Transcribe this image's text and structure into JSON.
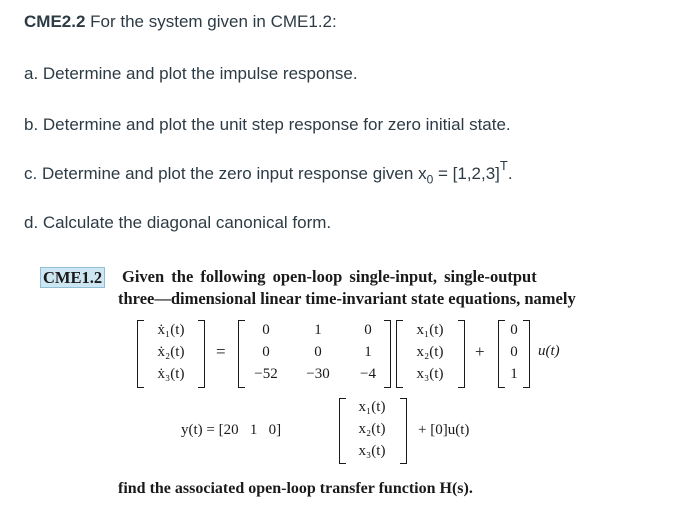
{
  "header": {
    "title_bold": "CME2.2",
    "title_rest": " For the system given in CME1.2:"
  },
  "tasks": [
    "a. Determine and plot the impulse response.",
    "b. Determine and plot the unit step response for zero initial state.",
    "c. Determine and plot the zero input response given x",
    "d. Calculate the diagonal canonical form."
  ],
  "task_c_extra": {
    "subscript": "0",
    "value": " = [1,2,3]",
    "superscript": "T",
    "period": "."
  },
  "cme12": {
    "tag": "CME1.2",
    "line1": "Given the following open-loop single-input, single-output",
    "line2": "three—dimensional linear time-invariant state equations, namely",
    "state_vector_dot": [
      "ẋ₁(t)",
      "ẋ₂(t)",
      "ẋ₃(t)"
    ],
    "equals": "=",
    "A": [
      [
        "0",
        "1",
        "0"
      ],
      [
        "0",
        "0",
        "1"
      ],
      [
        "−52",
        "−30",
        "−4"
      ]
    ],
    "state_vector": [
      "x₁(t)",
      "x₂(t)",
      "x₃(t)"
    ],
    "plus": "+",
    "B": [
      "0",
      "0",
      "1"
    ],
    "input": "u(t)",
    "output_lhs": "y(t) = [20   1   0]",
    "output_rhs": "+ [0]u(t)",
    "find": "find the associated open-loop transfer function H(s)."
  }
}
